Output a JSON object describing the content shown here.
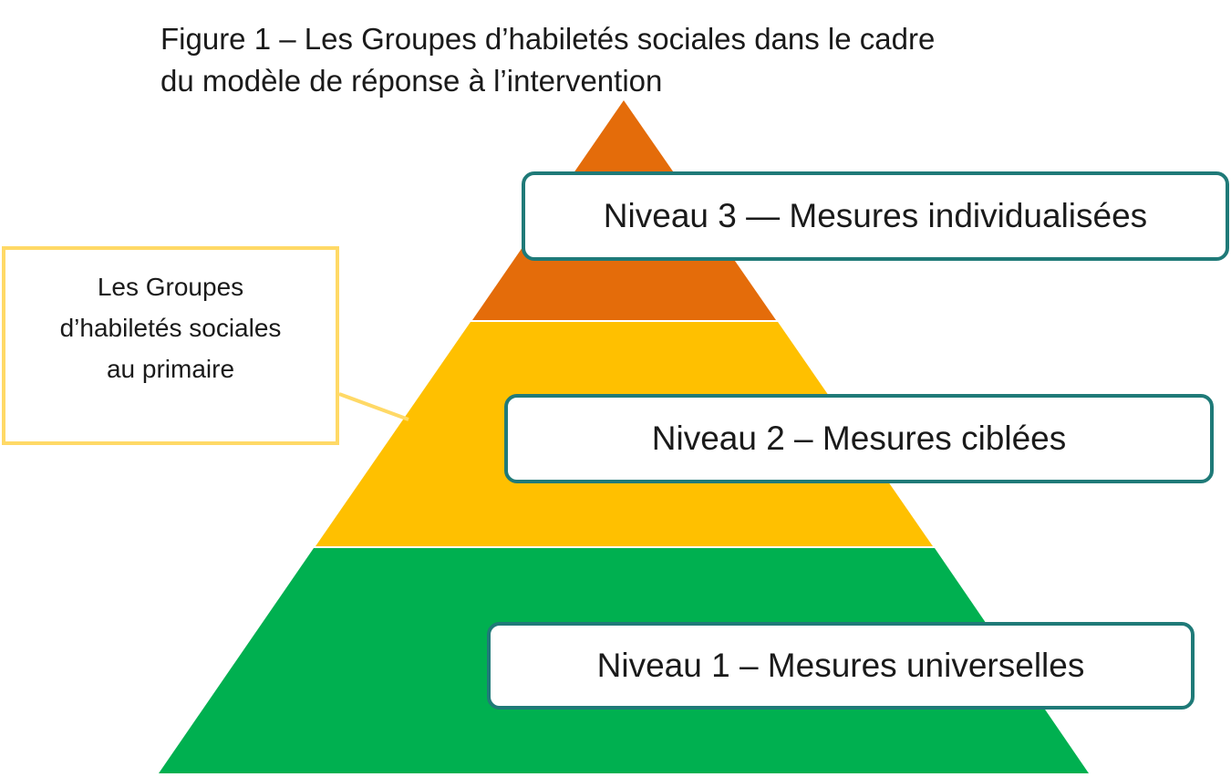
{
  "figure": {
    "title_lines": [
      "Figure 1 – Les Groupes d’habiletés sociales dans le cadre",
      "du modèle de réponse à l’intervention"
    ]
  },
  "pyramid": {
    "levels": [
      {
        "label": "Niveau 3 — Mesures individualisées",
        "color": "#e46c0a"
      },
      {
        "label": "Niveau 2 – Mesures ciblées",
        "color": "#ffc000"
      },
      {
        "label": "Niveau 1 – Mesures universelles",
        "color": "#00b050"
      }
    ],
    "box_border_color": "#1f7a78"
  },
  "callout": {
    "lines": [
      "Les Groupes",
      "d’habiletés sociales",
      "au primaire"
    ],
    "border_color": "#ffd966"
  }
}
